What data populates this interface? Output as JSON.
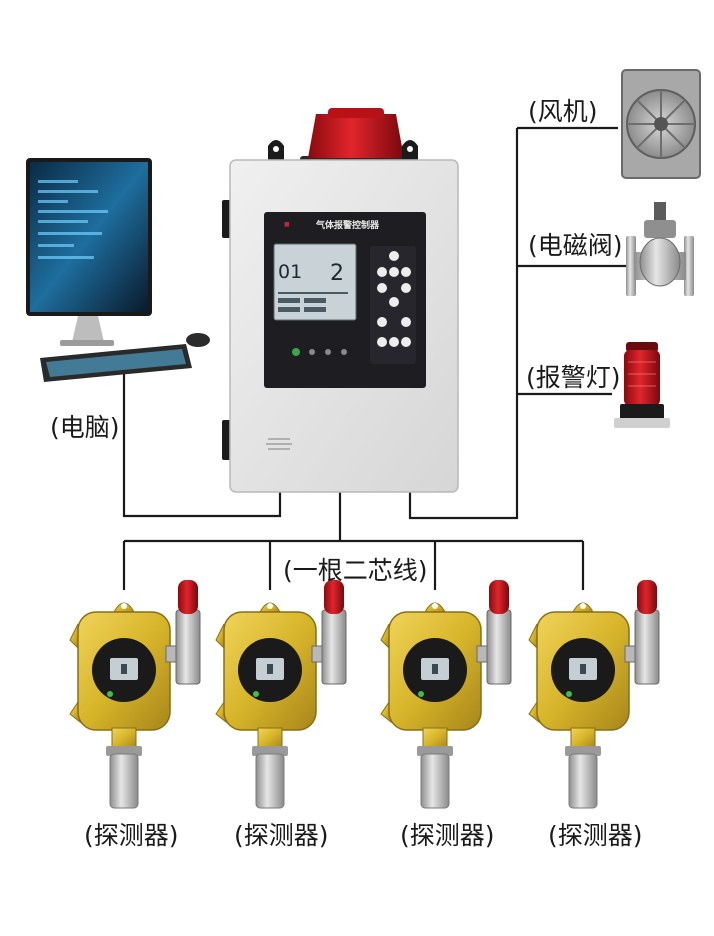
{
  "labels": {
    "computer": "(电脑)",
    "fan": "(风机)",
    "valve": "(电磁阀)",
    "alarm_lamp": "(报警灯)",
    "cable": "(一根二芯线)",
    "detectors": [
      "(探测器)",
      "(探测器)",
      "(探测器)",
      "(探测器)"
    ]
  },
  "controller": {
    "title": "气体报警控制器",
    "lcd_channel": "01",
    "lcd_value": "2"
  },
  "colors": {
    "wire": "#1a1a1a",
    "detector_body": "#d7b52a",
    "beacon_red": "#c8141a",
    "panel_dark": "#1d1d22",
    "lcd": "#c9d2d6"
  }
}
